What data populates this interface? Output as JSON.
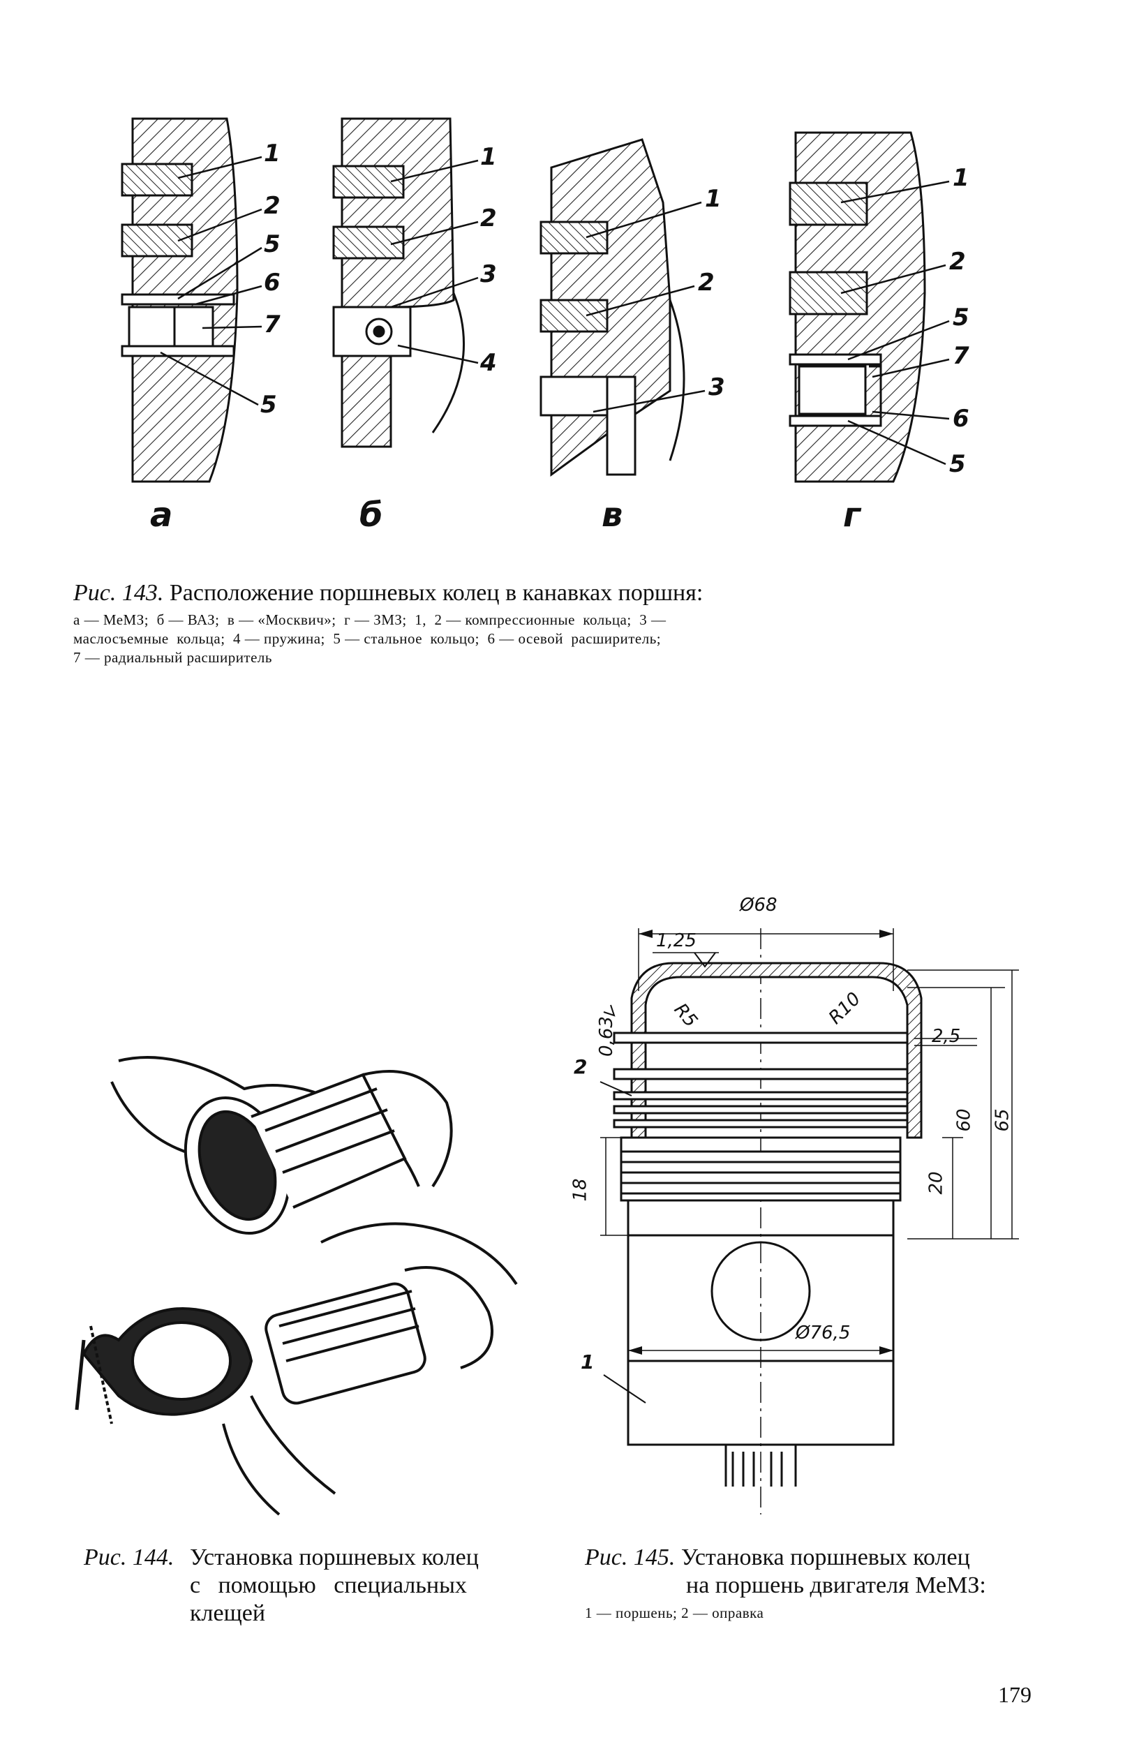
{
  "fig143": {
    "panels": [
      {
        "letter": "а",
        "callouts": [
          "1",
          "2",
          "5",
          "6",
          "7",
          "5"
        ]
      },
      {
        "letter": "б",
        "callouts": [
          "1",
          "2",
          "3",
          "4"
        ]
      },
      {
        "letter": "в",
        "callouts": [
          "1",
          "2",
          "3"
        ]
      },
      {
        "letter": "г",
        "callouts": [
          "1",
          "2",
          "5",
          "7",
          "6",
          "5"
        ]
      }
    ],
    "caption_label": "Рис. 143.",
    "caption_title": "Расположение поршневых колец в канавках поршня:",
    "legend": [
      "а — МеМЗ;  б — ВАЗ;  в — «Москвич»;  г — ЗМЗ;  1,  2 — компрессионные  кольца;  3 —",
      "маслосъемные  кольца;  4 — пружина;  5 — стальное  кольцо;  6 — осевой  расширитель;",
      "7 — радиальный расширитель"
    ]
  },
  "fig144": {
    "caption_label": "Рис. 144.",
    "caption_lines": [
      "Установка поршневых колец",
      "с   помощью   специальных",
      "клещей"
    ]
  },
  "fig145": {
    "dims": {
      "d68": "Ø68",
      "r125": "1,25",
      "r063": "0,63",
      "r5": "R5",
      "r10": "R10",
      "d25": "2,5",
      "d60": "60",
      "d65": "65",
      "d20": "20",
      "d18": "18",
      "d765": "Ø76,5"
    },
    "callouts": [
      "2",
      "1"
    ],
    "caption_label": "Рис. 145.",
    "caption_lines": [
      "Установка поршневых колец",
      "на поршень двигателя МеМЗ:"
    ],
    "legend": "1 — поршень; 2 — оправка"
  },
  "page_number": "179",
  "colors": {
    "ink": "#111111",
    "paper": "#ffffff",
    "hatch": "#222222"
  }
}
